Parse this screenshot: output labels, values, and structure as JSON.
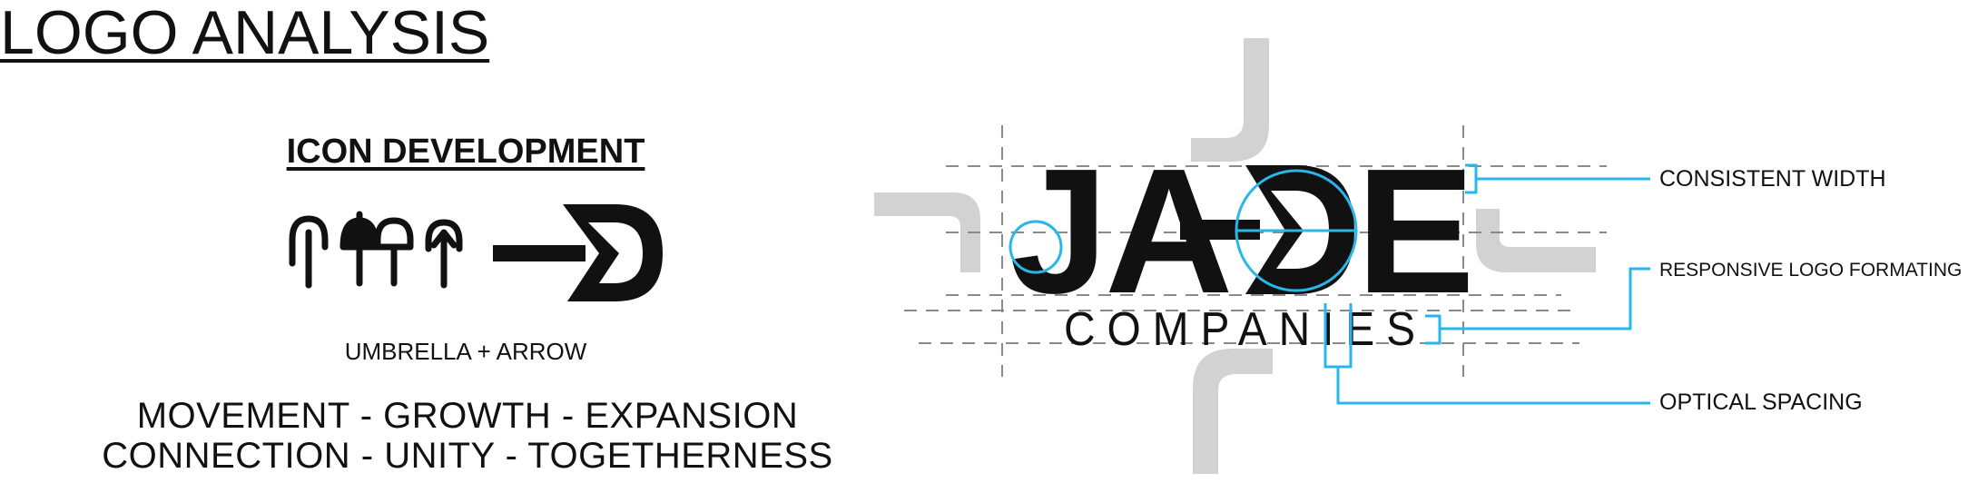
{
  "title": "LOGO ANALYSIS",
  "icon_section": {
    "heading": "ICON DEVELOPMENT",
    "caption": "UMBRELLA + ARROW"
  },
  "concepts": {
    "line1": "MOVEMENT - GROWTH - EXPANSION",
    "line2": "CONNECTION - UNITY - TOGETHERNESS"
  },
  "logo": {
    "wordmark_main_left": "JA",
    "wordmark_main_right": "E",
    "wordmark_sub": "COMPANIES"
  },
  "annotations": {
    "consistent_width": "CONSISTENT WIDTH",
    "responsive": "RESPONSIVE LOGO FORMATING",
    "optical_spacing": "OPTICAL SPACING"
  },
  "colors": {
    "accent": "#29b6e8",
    "ink": "#111111",
    "ghost": "#d2d2d2",
    "guide": "#8a8a8a"
  }
}
